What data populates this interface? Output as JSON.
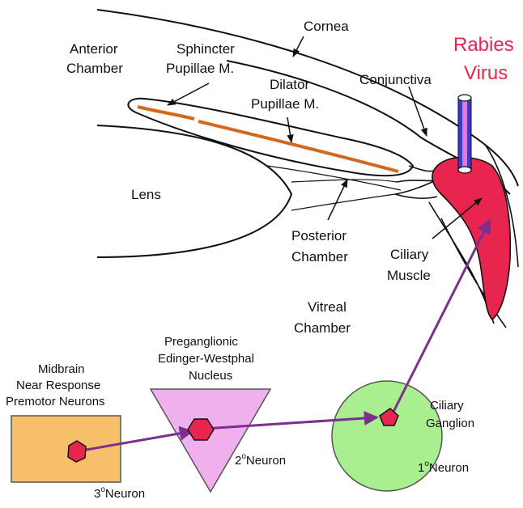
{
  "diagram": {
    "labels": {
      "cornea": "Cornea",
      "anterior_chamber": [
        "Anterior",
        "Chamber"
      ],
      "sphincter": [
        "Sphincter",
        "Pupillae M."
      ],
      "dilator": [
        "Dilator",
        "Pupillae M."
      ],
      "conjunctiva": "Conjunctiva",
      "rabies_virus": [
        "Rabies",
        "Virus"
      ],
      "lens": "Lens",
      "posterior_chamber": [
        "Posterior",
        "Chamber"
      ],
      "ciliary_muscle": [
        "Ciliary",
        "Muscle"
      ],
      "vitreal_chamber": [
        "Vitreal",
        "Chamber"
      ],
      "preganglionic": [
        "Preganglionic",
        "Edinger-Westphal",
        "Nucleus"
      ],
      "midbrain": [
        "Midbrain",
        "Near Response",
        "Premotor Neurons"
      ],
      "ciliary_ganglion": [
        "Ciliary",
        "Ganglion"
      ],
      "neuron_3": {
        "num": "3",
        "sup": "o",
        "text": "Neuron"
      },
      "neuron_2": {
        "num": "2",
        "sup": "o",
        "text": "Neuron"
      },
      "neuron_1": {
        "num": "1",
        "sup": "o",
        "text": "Neuron"
      }
    },
    "colors": {
      "muscle": "#e8254e",
      "iris_muscle": "#d2691e",
      "midbrain_box": "#f7bf6a",
      "nucleus_triangle": "#f0b0ee",
      "ganglion_circle": "#a9ef8f",
      "neuron_body": "#e8254e",
      "axon": "#7b2f8f",
      "virus_tube": "#3a3ad0",
      "label_virus": "#e8254e"
    }
  }
}
